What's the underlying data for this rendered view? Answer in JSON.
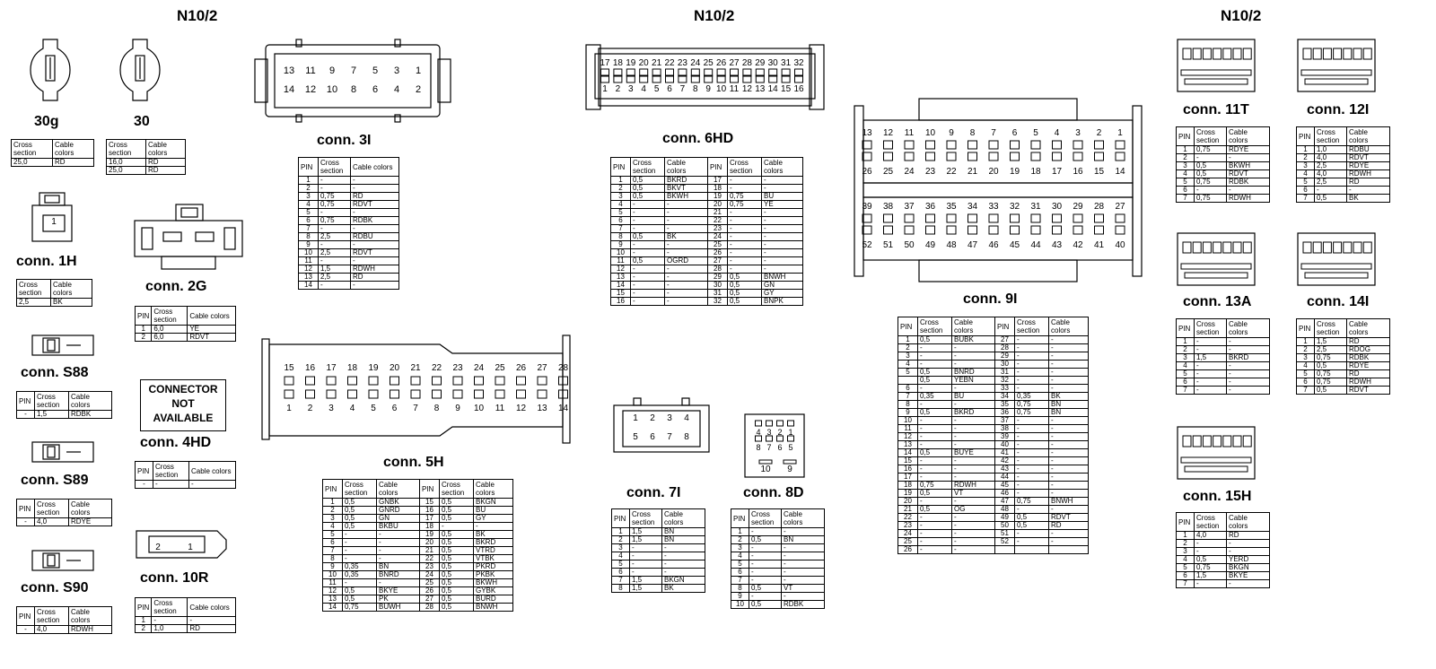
{
  "headers": {
    "a": "N10/2",
    "b": "N10/2",
    "c": "N10/2"
  },
  "table_header": {
    "pin": "PIN",
    "cross": "Cross section",
    "cable": "Cable colors"
  },
  "pin_labels": {
    "c3i_top": [
      "13",
      "11",
      "9",
      "7",
      "5",
      "3",
      "1"
    ],
    "c3i_bot": [
      "14",
      "12",
      "10",
      "8",
      "6",
      "4",
      "2"
    ],
    "c6hd_top": [
      "17",
      "18",
      "19",
      "20",
      "21",
      "22",
      "23",
      "24",
      "25",
      "26",
      "27",
      "28",
      "29",
      "30",
      "31",
      "32"
    ],
    "c6hd_bot": [
      "1",
      "2",
      "3",
      "4",
      "5",
      "6",
      "7",
      "8",
      "9",
      "10",
      "11",
      "12",
      "13",
      "14",
      "15",
      "16"
    ],
    "c5h_top": [
      "15",
      "16",
      "17",
      "18",
      "19",
      "20",
      "21",
      "22",
      "23",
      "24",
      "25",
      "26",
      "27",
      "28"
    ],
    "c5h_bot": [
      "1",
      "2",
      "3",
      "4",
      "5",
      "6",
      "7",
      "8",
      "9",
      "10",
      "11",
      "12",
      "13",
      "14"
    ],
    "c9i_r1": [
      "13",
      "12",
      "11",
      "10",
      "9",
      "8",
      "7",
      "6",
      "5",
      "4",
      "3",
      "2",
      "1"
    ],
    "c9i_r2": [
      "26",
      "25",
      "24",
      "23",
      "22",
      "21",
      "20",
      "19",
      "18",
      "17",
      "16",
      "15",
      "14"
    ],
    "c9i_r3": [
      "39",
      "38",
      "37",
      "36",
      "35",
      "34",
      "33",
      "32",
      "31",
      "30",
      "29",
      "28",
      "27"
    ],
    "c9i_r4": [
      "52",
      "51",
      "50",
      "49",
      "48",
      "47",
      "46",
      "45",
      "44",
      "43",
      "42",
      "41",
      "40"
    ],
    "c7i_top": [
      "1",
      "2",
      "3",
      "4"
    ],
    "c7i_bot": [
      "5",
      "6",
      "7",
      "8"
    ],
    "c8d_top": [
      "4",
      "3",
      "2",
      "1"
    ],
    "c8d_mid": [
      "8",
      "7",
      "6",
      "5"
    ],
    "c8d_bot": [
      "10",
      "9"
    ],
    "c1h": [
      "1"
    ],
    "c10r": [
      "2",
      "1"
    ]
  },
  "notice": {
    "line1": "CONNECTOR",
    "line2": "NOT",
    "line3": "AVAILABLE"
  },
  "connectors": [
    {
      "id": "c30g",
      "label": "30g",
      "rows": [
        [
          "25,0",
          "RD"
        ]
      ]
    },
    {
      "id": "c30",
      "label": "30",
      "rows": [
        [
          "16,0",
          "RD"
        ],
        [
          "25,0",
          "RD"
        ]
      ]
    },
    {
      "id": "c1h",
      "label": "conn. 1H",
      "rows": [
        [
          "2,5",
          "BK"
        ]
      ]
    },
    {
      "id": "c2g",
      "label": "conn. 2G",
      "rows": [
        [
          "1",
          "6,0",
          "YE"
        ],
        [
          "2",
          "6,0",
          "RDVT"
        ]
      ]
    },
    {
      "id": "cs88",
      "label": "conn. S88",
      "rows": [
        [
          "-",
          "1,5",
          "RDBK"
        ]
      ]
    },
    {
      "id": "cs89",
      "label": "conn. S89",
      "rows": [
        [
          "-",
          "4,0",
          "RDYE"
        ]
      ]
    },
    {
      "id": "cs90",
      "label": "conn. S90",
      "rows": [
        [
          "-",
          "4,0",
          "RDWH"
        ]
      ]
    },
    {
      "id": "c4hd",
      "label": "conn. 4HD",
      "rows": [
        [
          "-",
          "-",
          "-"
        ]
      ]
    },
    {
      "id": "c10r",
      "label": "conn. 10R",
      "rows": [
        [
          "1",
          "-",
          "-"
        ],
        [
          "2",
          "1,0",
          "RD"
        ]
      ]
    },
    {
      "id": "c3i",
      "label": "conn. 3I",
      "rows": [
        [
          "1",
          "-",
          "-"
        ],
        [
          "2",
          "-",
          "-"
        ],
        [
          "3",
          "0,75",
          "RD"
        ],
        [
          "4",
          "0,75",
          "RDVT"
        ],
        [
          "5",
          "-",
          "-"
        ],
        [
          "6",
          "0,75",
          "RDBK"
        ],
        [
          "7",
          "-",
          "-"
        ],
        [
          "8",
          "2,5",
          "RDBU"
        ],
        [
          "9",
          "-",
          "-"
        ],
        [
          "10",
          "2,5",
          "RDVT"
        ],
        [
          "11",
          "-",
          "-"
        ],
        [
          "12",
          "1,5",
          "RDWH"
        ],
        [
          "13",
          "2,5",
          "RD"
        ],
        [
          "14",
          "-",
          "-"
        ]
      ]
    },
    {
      "id": "c5h",
      "label": "conn. 5H",
      "rows": [
        [
          "1",
          "0,5",
          "GNBK",
          "15",
          "0,5",
          "BKGN"
        ],
        [
          "2",
          "0,5",
          "GNRD",
          "16",
          "0,5",
          "BU"
        ],
        [
          "3",
          "0,5",
          "GN",
          "17",
          "0,5",
          "GY"
        ],
        [
          "4",
          "0,5",
          "BKBU",
          "18",
          "-",
          "-"
        ],
        [
          "5",
          "-",
          "-",
          "19",
          "0,5",
          "BK"
        ],
        [
          "6",
          "-",
          "-",
          "20",
          "0,5",
          "BKRD"
        ],
        [
          "7",
          "-",
          "-",
          "21",
          "0,5",
          "VTRD"
        ],
        [
          "8",
          "-",
          "-",
          "22",
          "0,5",
          "VTBK"
        ],
        [
          "9",
          "0,35",
          "BN",
          "23",
          "0,5",
          "PKRD"
        ],
        [
          "10",
          "0,35",
          "BNRD",
          "24",
          "0,5",
          "PKBK"
        ],
        [
          "11",
          "-",
          "-",
          "25",
          "0,5",
          "BKWH"
        ],
        [
          "12",
          "0,5",
          "BKYE",
          "26",
          "0,5",
          "GYBK"
        ],
        [
          "13",
          "0,5",
          "PK",
          "27",
          "0,5",
          "BURD"
        ],
        [
          "14",
          "0,75",
          "BUWH",
          "28",
          "0,5",
          "BNWH"
        ]
      ]
    },
    {
      "id": "c6hd",
      "label": "conn. 6HD",
      "rows": [
        [
          "1",
          "0,5",
          "BKRD",
          "17",
          "-",
          "-"
        ],
        [
          "2",
          "0,5",
          "BKVT",
          "18",
          "-",
          "-"
        ],
        [
          "3",
          "0,5",
          "BKWH",
          "19",
          "0,75",
          "BU"
        ],
        [
          "4",
          "-",
          "-",
          "20",
          "0,75",
          "YE"
        ],
        [
          "5",
          "-",
          "-",
          "21",
          "-",
          "-"
        ],
        [
          "6",
          "-",
          "-",
          "22",
          "-",
          "-"
        ],
        [
          "7",
          "-",
          "-",
          "23",
          "-",
          "-"
        ],
        [
          "8",
          "0,5",
          "BK",
          "24",
          "-",
          "-"
        ],
        [
          "9",
          "-",
          "-",
          "25",
          "-",
          "-"
        ],
        [
          "10",
          "-",
          "-",
          "26",
          "-",
          "-"
        ],
        [
          "11",
          "0,5",
          "OGRD",
          "27",
          "-",
          "-"
        ],
        [
          "12",
          "-",
          "-",
          "28",
          "-",
          "-"
        ],
        [
          "13",
          "-",
          "-",
          "29",
          "0,5",
          "BNWH"
        ],
        [
          "14",
          "-",
          "-",
          "30",
          "0,5",
          "GN"
        ],
        [
          "15",
          "-",
          "-",
          "31",
          "0,5",
          "GY"
        ],
        [
          "16",
          "-",
          "-",
          "32",
          "0,5",
          "BNPK"
        ]
      ]
    },
    {
      "id": "c7i",
      "label": "conn. 7I",
      "rows": [
        [
          "1",
          "1,5",
          "BN"
        ],
        [
          "2",
          "1,5",
          "BN"
        ],
        [
          "3",
          "-",
          "-"
        ],
        [
          "4",
          "-",
          "-"
        ],
        [
          "5",
          "-",
          "-"
        ],
        [
          "6",
          "-",
          "-"
        ],
        [
          "7",
          "1,5",
          "BKGN"
        ],
        [
          "8",
          "1,5",
          "BK"
        ]
      ]
    },
    {
      "id": "c8d",
      "label": "conn. 8D",
      "rows": [
        [
          "1",
          "-",
          "-"
        ],
        [
          "2",
          "0,5",
          "BN"
        ],
        [
          "3",
          "-",
          "-"
        ],
        [
          "4",
          "-",
          "-"
        ],
        [
          "5",
          "-",
          "-"
        ],
        [
          "6",
          "-",
          "-"
        ],
        [
          "7",
          "-",
          "-"
        ],
        [
          "8",
          "0,5",
          "VT"
        ],
        [
          "9",
          "-",
          "-"
        ],
        [
          "10",
          "0,5",
          "RDBK"
        ]
      ]
    },
    {
      "id": "c9i",
      "label": "conn. 9I",
      "rows": [
        [
          "1",
          "0,5",
          "BUBK",
          "27",
          "-",
          "-"
        ],
        [
          "2",
          "-",
          "-",
          "28",
          "-",
          "-"
        ],
        [
          "3",
          "-",
          "-",
          "29",
          "-",
          "-"
        ],
        [
          "4",
          "-",
          "-",
          "30",
          "-",
          "-"
        ],
        [
          "5",
          "0,5",
          "BNRD",
          "31",
          "-",
          "-"
        ],
        [
          "",
          "0,5",
          "YEBN",
          "32",
          "-",
          "-"
        ],
        [
          "6",
          "-",
          "-",
          "33",
          "-",
          "-"
        ],
        [
          "7",
          "0,35",
          "BU",
          "34",
          "0,35",
          "BK"
        ],
        [
          "8",
          "-",
          "-",
          "35",
          "0,75",
          "BN"
        ],
        [
          "9",
          "0,5",
          "BKRD",
          "36",
          "0,75",
          "BN"
        ],
        [
          "10",
          "-",
          "-",
          "37",
          "-",
          "-"
        ],
        [
          "11",
          "-",
          "-",
          "38",
          "-",
          "-"
        ],
        [
          "12",
          "-",
          "-",
          "39",
          "-",
          "-"
        ],
        [
          "13",
          "-",
          "-",
          "40",
          "-",
          "-"
        ],
        [
          "14",
          "0,5",
          "BUYE",
          "41",
          "-",
          "-"
        ],
        [
          "15",
          "-",
          "-",
          "42",
          "-",
          "-"
        ],
        [
          "16",
          "-",
          "-",
          "43",
          "-",
          "-"
        ],
        [
          "17",
          "-",
          "-",
          "44",
          "-",
          "-"
        ],
        [
          "18",
          "0,75",
          "RDWH",
          "45",
          "-",
          "-"
        ],
        [
          "19",
          "0,5",
          "VT",
          "46",
          "-",
          "-"
        ],
        [
          "20",
          "-",
          "-",
          "47",
          "0,75",
          "BNWH"
        ],
        [
          "21",
          "0,5",
          "OG",
          "48",
          "-",
          "-"
        ],
        [
          "22",
          "-",
          "-",
          "49",
          "0,5",
          "RDVT"
        ],
        [
          "23",
          "-",
          "-",
          "50",
          "0,5",
          "RD"
        ],
        [
          "24",
          "-",
          "-",
          "51",
          "-",
          "-"
        ],
        [
          "25",
          "-",
          "-",
          "52",
          "-",
          "-"
        ],
        [
          "26",
          "-",
          "-",
          "",
          "",
          ""
        ]
      ]
    },
    {
      "id": "c11t",
      "label": "conn. 11T",
      "rows": [
        [
          "1",
          "0,75",
          "RDYE"
        ],
        [
          "2",
          "-",
          "-"
        ],
        [
          "3",
          "0,5",
          "BKWH"
        ],
        [
          "4",
          "0,5",
          "RDVT"
        ],
        [
          "5",
          "0,75",
          "RDBK"
        ],
        [
          "6",
          "-",
          "-"
        ],
        [
          "7",
          "0,75",
          "RDWH"
        ]
      ]
    },
    {
      "id": "c12i",
      "label": "conn. 12I",
      "rows": [
        [
          "1",
          "1,0",
          "RDBU"
        ],
        [
          "2",
          "4,0",
          "RDVT"
        ],
        [
          "3",
          "2,5",
          "RDYE"
        ],
        [
          "4",
          "4,0",
          "RDWH"
        ],
        [
          "5",
          "2,5",
          "RD"
        ],
        [
          "6",
          "-",
          "-"
        ],
        [
          "7",
          "0,5",
          "BK"
        ]
      ]
    },
    {
      "id": "c13a",
      "label": "conn. 13A",
      "rows": [
        [
          "1",
          "-",
          "-"
        ],
        [
          "2",
          "-",
          "-"
        ],
        [
          "3",
          "1,5",
          "BKRD"
        ],
        [
          "4",
          "-",
          "-"
        ],
        [
          "5",
          "-",
          "-"
        ],
        [
          "6",
          "-",
          "-"
        ],
        [
          "7",
          "-",
          "-"
        ]
      ]
    },
    {
      "id": "c14i",
      "label": "conn. 14I",
      "rows": [
        [
          "1",
          "1,5",
          "RD"
        ],
        [
          "2",
          "2,5",
          "RDOG"
        ],
        [
          "3",
          "0,75",
          "RDBK"
        ],
        [
          "4",
          "0,5",
          "RDYE"
        ],
        [
          "5",
          "0,75",
          "RD"
        ],
        [
          "6",
          "0,75",
          "RDWH"
        ],
        [
          "7",
          "0,5",
          "RDVT"
        ]
      ]
    },
    {
      "id": "c15h",
      "label": "conn. 15H",
      "rows": [
        [
          "1",
          "4,0",
          "RD"
        ],
        [
          "2",
          "-",
          "-"
        ],
        [
          "3",
          "-",
          "-"
        ],
        [
          "4",
          "0,5",
          "YERD"
        ],
        [
          "5",
          "0,75",
          "BKGN"
        ],
        [
          "6",
          "1,5",
          "BKYE"
        ],
        [
          "7",
          "-",
          "-"
        ]
      ]
    }
  ]
}
